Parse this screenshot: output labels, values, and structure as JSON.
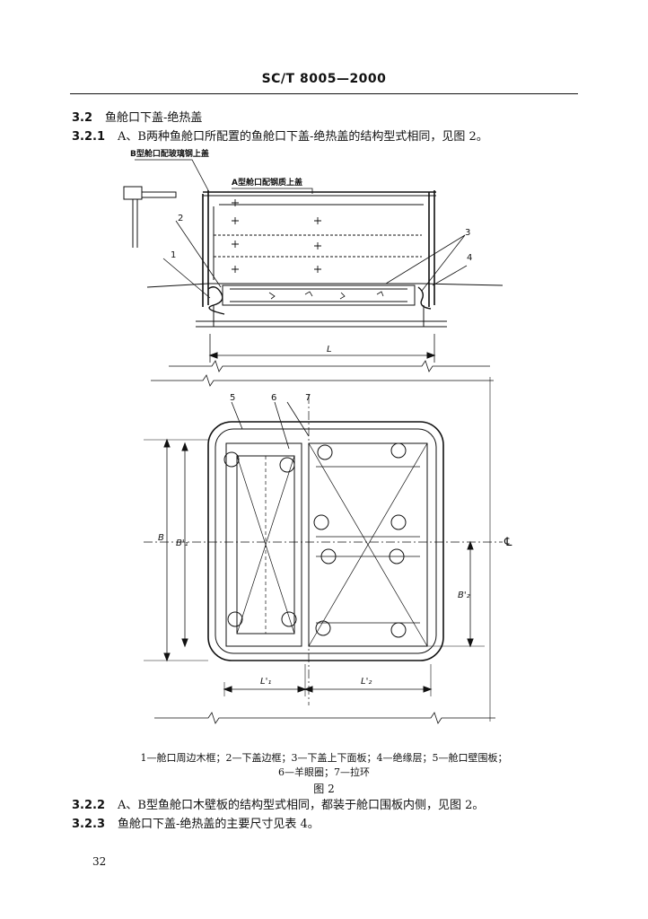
{
  "header": {
    "title": "SC/T 8005—2000"
  },
  "section": {
    "heading_num": "3.2",
    "heading_text": "鱼舱口下盖-绝热盖",
    "p321_num": "3.2.1",
    "p321_text": "A、B两种鱼舱口所配置的鱼舱口下盖-绝热盖的结构型式相同，见图 2。",
    "p322_num": "3.2.2",
    "p322_text": "A、B型鱼舱口木壁板的结构型式相同，都装于舱口围板内侧，见图 2。",
    "p323_num": "3.2.3",
    "p323_text": "鱼舱口下盖-绝热盖的主要尺寸见表 4。"
  },
  "figure": {
    "label_b_cover": "B型舱口配玻璃钢上盖",
    "label_a_cover": "A型舱口配钢质上盖",
    "callouts": [
      "1",
      "2",
      "3",
      "4",
      "5",
      "6",
      "7"
    ],
    "dim_L": "L",
    "dim_B": "B",
    "dim_B1": "B'₁",
    "dim_B2": "B'₂",
    "dim_L1": "L'₁",
    "dim_L2": "L'₂",
    "centerline": "℄",
    "legend_line1": "1—舱口周边木框；2—下盖边框；3—下盖上下面板；4—绝缘层；5—舱口壁围板；",
    "legend_line2": "6—羊眼圈；7—拉环",
    "caption": "图 2"
  },
  "footer": {
    "page_number": "32"
  }
}
